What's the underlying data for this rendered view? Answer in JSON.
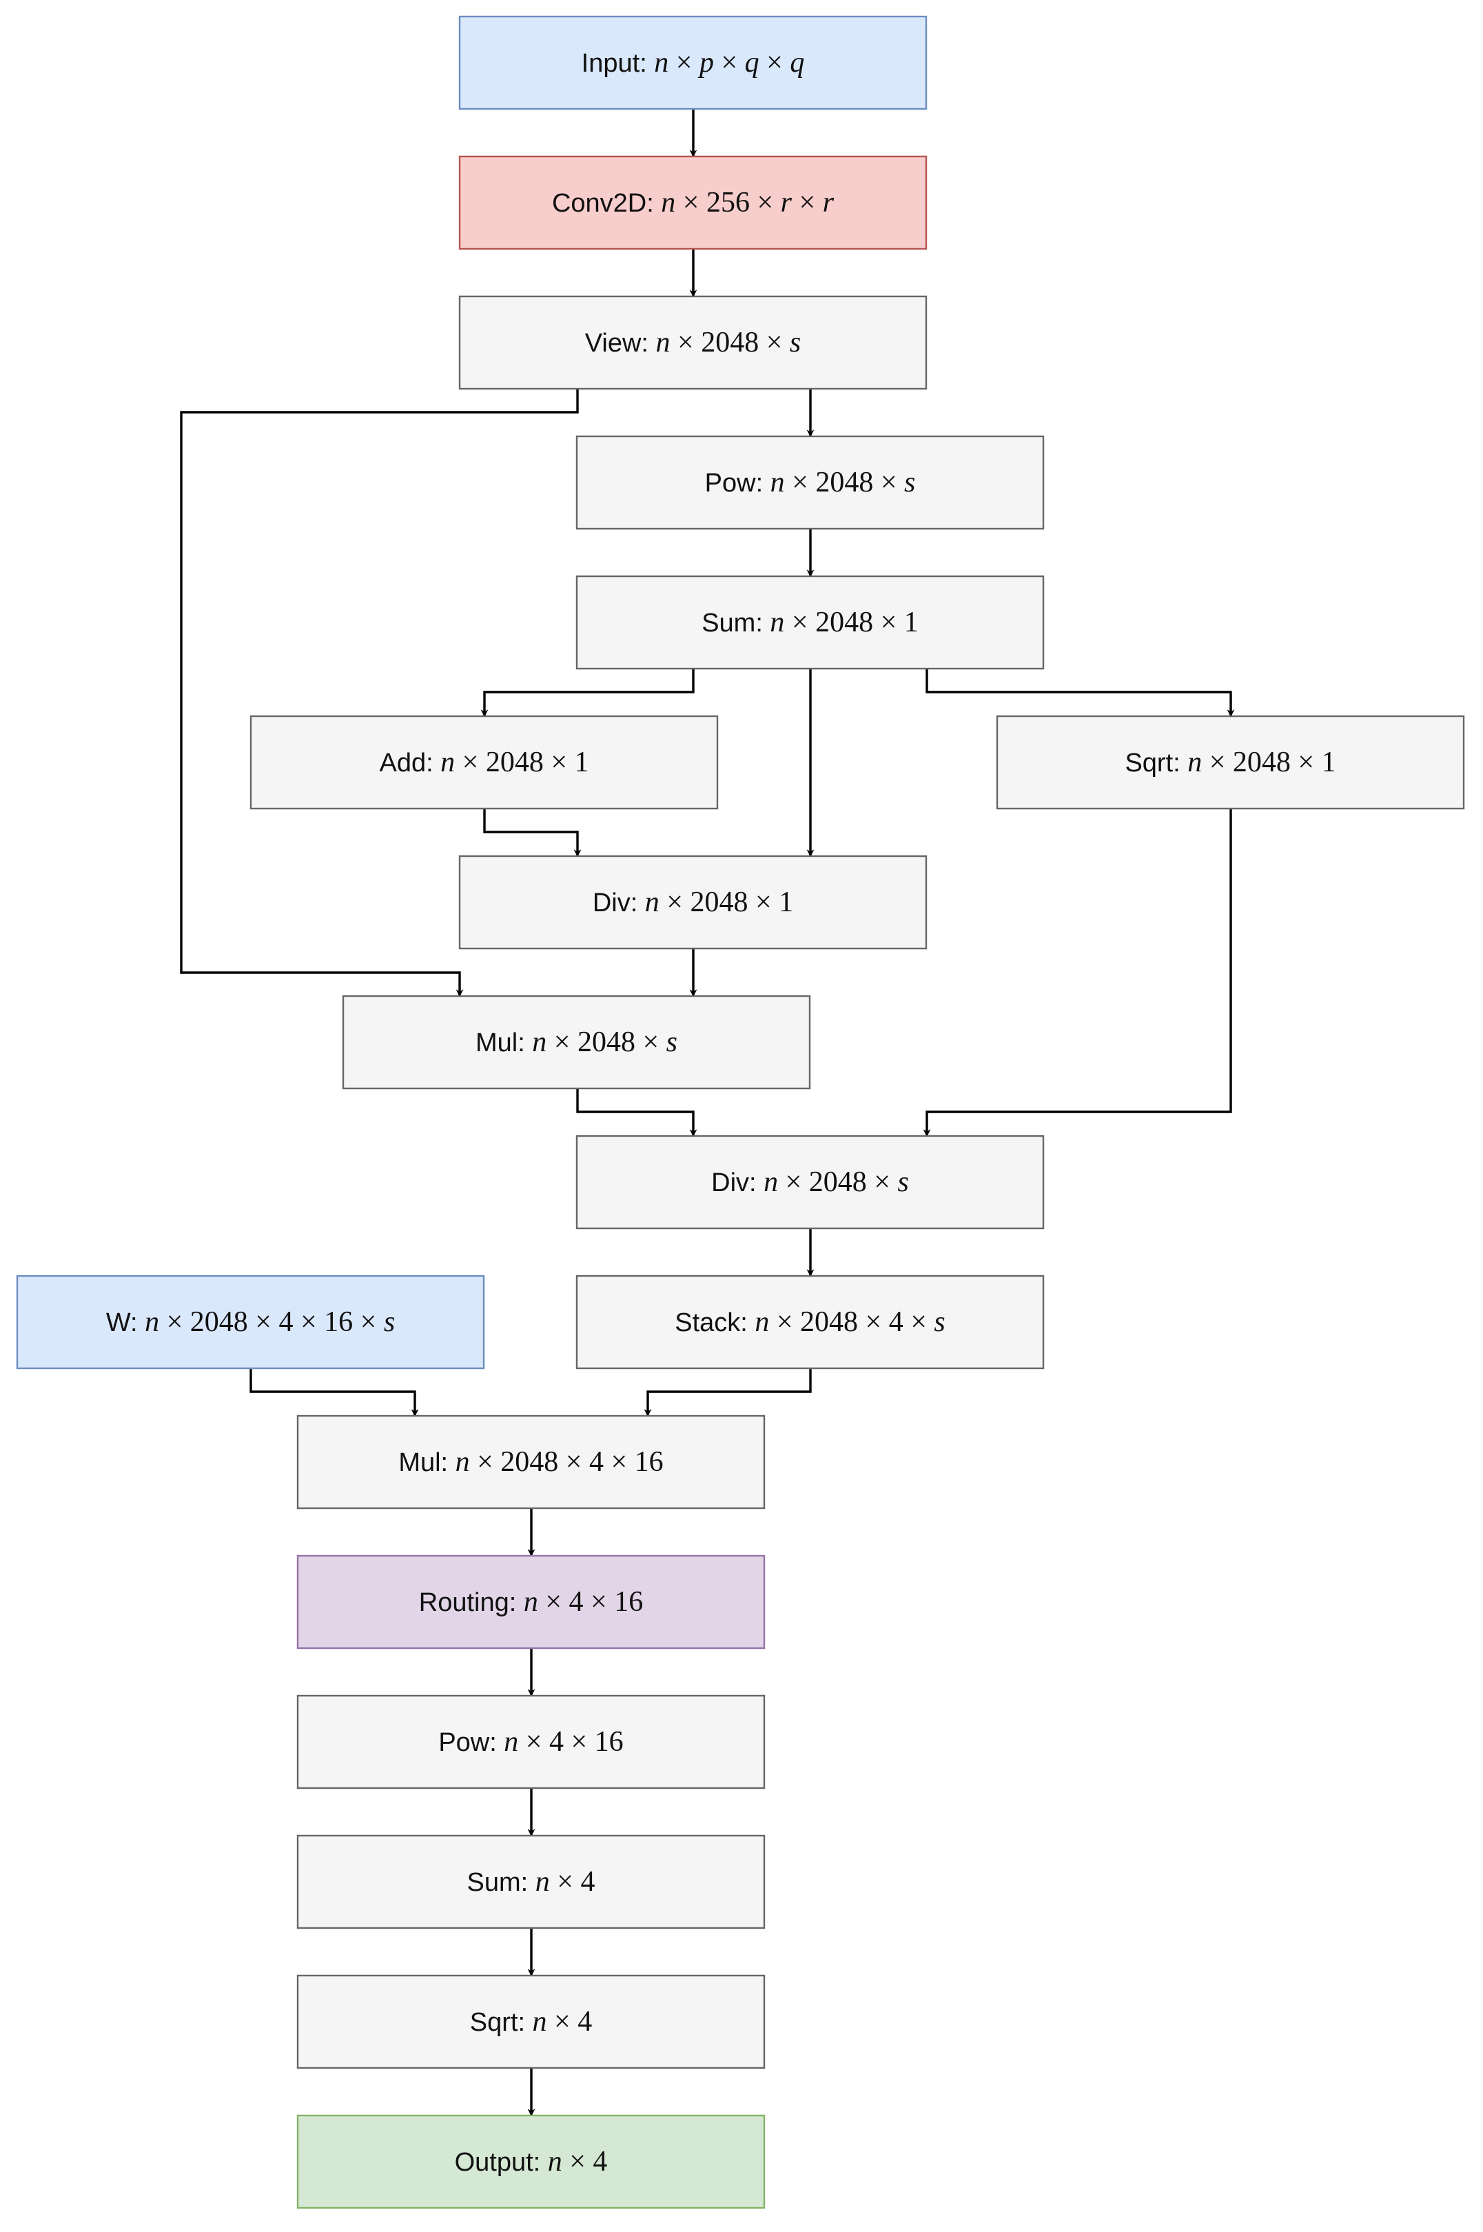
{
  "colors": {
    "default_fill": "#f5f5f5",
    "default_stroke": "#666666",
    "input_fill": "#dae8fc",
    "input_stroke": "#6c8ebf",
    "conv_fill": "#f8cecc",
    "conv_stroke": "#b85450",
    "routing_fill": "#e1d5e7",
    "routing_stroke": "#9673a6",
    "output_fill": "#d5e8d4",
    "output_stroke": "#82b366",
    "edge": "#000000"
  },
  "nodes": [
    {
      "id": "input",
      "op": "Input:",
      "dims": "n × p × q × q",
      "style": "input"
    },
    {
      "id": "conv",
      "op": "Conv2D:",
      "dims": "n × 256 × r × r",
      "style": "conv"
    },
    {
      "id": "view",
      "op": "View:",
      "dims": "n × 2048 × s",
      "style": "default"
    },
    {
      "id": "pow1",
      "op": "Pow:",
      "dims": "n × 2048 × s",
      "style": "default"
    },
    {
      "id": "sum1",
      "op": "Sum:",
      "dims": "n × 2048 × 1",
      "style": "default"
    },
    {
      "id": "add",
      "op": "Add:",
      "dims": "n × 2048 × 1",
      "style": "default"
    },
    {
      "id": "sqrt1",
      "op": "Sqrt:",
      "dims": "n × 2048 × 1",
      "style": "default"
    },
    {
      "id": "div1",
      "op": "Div:",
      "dims": "n × 2048 × 1",
      "style": "default"
    },
    {
      "id": "mul1",
      "op": "Mul:",
      "dims": "n × 2048 × s",
      "style": "default"
    },
    {
      "id": "div2",
      "op": "Div:",
      "dims": "n × 2048 × s",
      "style": "default"
    },
    {
      "id": "w",
      "op": "W:",
      "dims": "n × 2048 × 4 × 16 × s",
      "style": "input"
    },
    {
      "id": "stack",
      "op": "Stack:",
      "dims": "n × 2048 × 4 × s",
      "style": "default"
    },
    {
      "id": "mul2",
      "op": "Mul:",
      "dims": "n × 2048 × 4 × 16",
      "style": "default"
    },
    {
      "id": "routing",
      "op": "Routing:",
      "dims": "n × 4 × 16",
      "style": "routing"
    },
    {
      "id": "pow2",
      "op": "Pow:",
      "dims": "n × 4 × 16",
      "style": "default"
    },
    {
      "id": "sum2",
      "op": "Sum:",
      "dims": "n × 4",
      "style": "default"
    },
    {
      "id": "sqrt2",
      "op": "Sqrt:",
      "dims": "n × 4",
      "style": "default"
    },
    {
      "id": "output",
      "op": "Output:",
      "dims": "n × 4",
      "style": "output"
    }
  ],
  "edges": [
    {
      "from": "input",
      "to": "conv"
    },
    {
      "from": "conv",
      "to": "view"
    },
    {
      "from": "view",
      "to": "pow1"
    },
    {
      "from": "view",
      "to": "mul1"
    },
    {
      "from": "pow1",
      "to": "sum1"
    },
    {
      "from": "sum1",
      "to": "add"
    },
    {
      "from": "sum1",
      "to": "div1"
    },
    {
      "from": "sum1",
      "to": "sqrt1"
    },
    {
      "from": "add",
      "to": "div1"
    },
    {
      "from": "div1",
      "to": "mul1"
    },
    {
      "from": "mul1",
      "to": "div2"
    },
    {
      "from": "sqrt1",
      "to": "div2"
    },
    {
      "from": "div2",
      "to": "stack"
    },
    {
      "from": "w",
      "to": "mul2"
    },
    {
      "from": "stack",
      "to": "mul2"
    },
    {
      "from": "mul2",
      "to": "routing"
    },
    {
      "from": "routing",
      "to": "pow2"
    },
    {
      "from": "pow2",
      "to": "sum2"
    },
    {
      "from": "sum2",
      "to": "sqrt2"
    },
    {
      "from": "sqrt2",
      "to": "output"
    }
  ]
}
